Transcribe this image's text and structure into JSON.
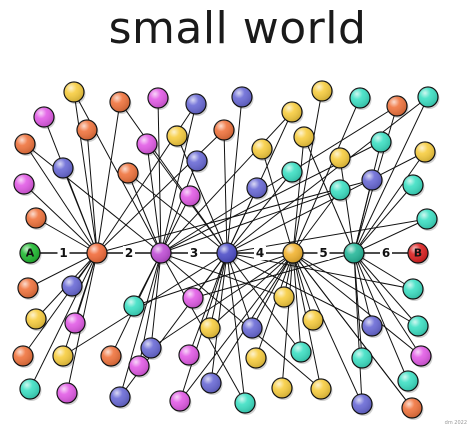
{
  "title": "small world",
  "credit": "dm 2022",
  "path": {
    "start_label": "A",
    "end_label": "B",
    "step_labels": [
      "1",
      "2",
      "3",
      "4",
      "5",
      "6"
    ]
  },
  "colors": {
    "start": "#22bb33",
    "end": "#dd2222",
    "hop1": "#f26b3a",
    "hop2": "#c04fd6",
    "hop3": "#4e4ec8",
    "hop4": "#f2b431",
    "hop5": "#26b89a",
    "orange": "#f0743e",
    "yellow": "#f7cd40",
    "magenta": "#e25ce6",
    "blue": "#6a6ad6",
    "teal": "#3ee0c4"
  }
}
